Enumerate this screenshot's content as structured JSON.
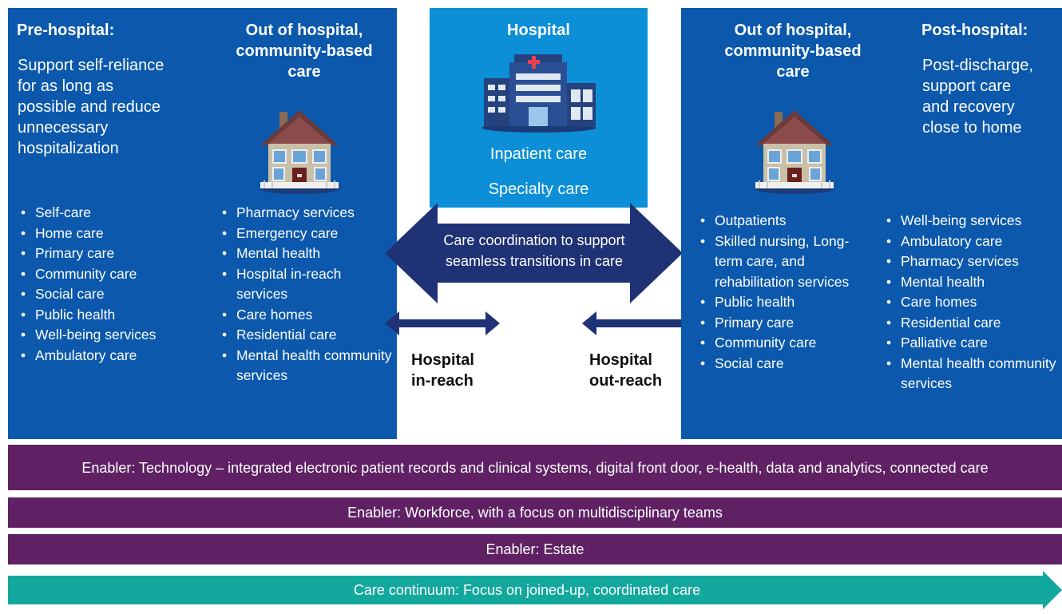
{
  "left_panel": {
    "pre_hospital": {
      "title": "Pre-hospital:",
      "description": [
        "Support self-reliance",
        "for as long as",
        "possible and reduce",
        "unnecessary",
        "hospitalization"
      ],
      "items": [
        "Self-care",
        "Home care",
        "Primary care",
        "Community care",
        "Social care",
        "Public health",
        "Well-being services",
        "Ambulatory care"
      ]
    },
    "community": {
      "title": [
        "Out of hospital,",
        "community-based",
        "care"
      ],
      "items": [
        "Pharmacy services",
        "Emergency care",
        "Mental health",
        "Hospital in-reach services",
        "Care homes",
        "Residential care",
        "Mental health community services"
      ],
      "icon": "house-icon"
    }
  },
  "center_panel": {
    "title": "Hospital",
    "icon": "hospital-building-icon",
    "lines": [
      "Inpatient care",
      "Specialty care"
    ]
  },
  "coordination": {
    "text": [
      "Care coordination to support",
      "seamless transitions in care"
    ],
    "in_reach": [
      "Hospital",
      "in-reach"
    ],
    "out_reach": [
      "Hospital",
      "out-reach"
    ]
  },
  "right_panel": {
    "community": {
      "title": [
        "Out of hospital,",
        "community-based",
        "care"
      ],
      "items": [
        "Outpatients",
        "Skilled nursing, Long-term care, and rehabilitation services",
        "Public health",
        "Primary care",
        "Community care",
        "Social care"
      ],
      "icon": "house-icon"
    },
    "post_hospital": {
      "title": "Post-hospital:",
      "description": [
        "Post-discharge,",
        "support care",
        "and recovery",
        "close to home"
      ],
      "items": [
        "Well-being services",
        "Ambulatory care",
        "Pharmacy services",
        "Mental health",
        "Care homes",
        "Residential care",
        "Palliative care",
        "Mental health community services"
      ]
    }
  },
  "enablers": [
    "Enabler: Technology – integrated electronic patient records and clinical systems, digital front door, e-health, data and analytics, connected care",
    "Enabler: Workforce, with a focus on multidisciplinary teams",
    "Enabler: Estate"
  ],
  "continuum": "Care continuum: Focus on joined-up, coordinated care",
  "colors": {
    "panel_blue": "#0b58ac",
    "hospital_blue": "#0c8fd6",
    "arrow_navy": "#1e3275",
    "enabler_purple": "#5f2164",
    "continuum_teal": "#13a89e"
  }
}
